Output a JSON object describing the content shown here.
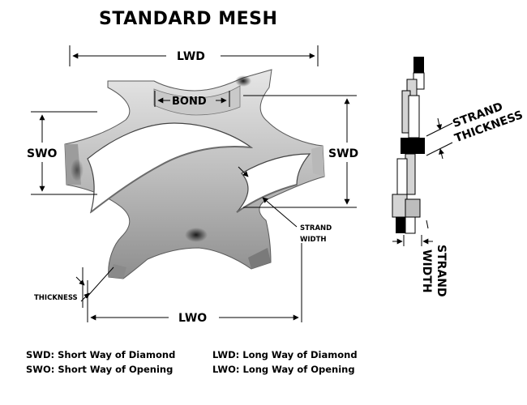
{
  "title": "STANDARD MESH",
  "labels": {
    "lwd": "LWD",
    "bond": "BOND",
    "swo": "SWO",
    "swd": "SWD",
    "strand_width": [
      "STRAND",
      "WIDTH"
    ],
    "thickness": "THICKNESS",
    "lwo": "LWO",
    "strand_thickness": [
      "STRAND",
      "THICKNESS"
    ],
    "strand_width_vertical": [
      "STRAND",
      "WIDTH"
    ]
  },
  "legend": [
    {
      "abbr": "SWD",
      "text": "SWD: Short Way of Diamond"
    },
    {
      "abbr": "SWO",
      "text": "SWO: Short Way of Opening"
    },
    {
      "abbr": "LWD",
      "text": "LWD: Long Way of Diamond"
    },
    {
      "abbr": "LWO",
      "text": "LWO: Long Way of Opening"
    }
  ],
  "colors": {
    "metal_light": "#d9d9d9",
    "metal_mid": "#a8a8a8",
    "metal_dark": "#6a6a6a",
    "ink": "#000000"
  }
}
